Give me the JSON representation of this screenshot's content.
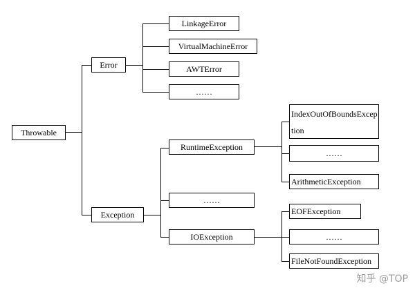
{
  "nodes": {
    "throwable": "Throwable",
    "error": "Error",
    "exception": "Exception",
    "linkage_error": "LinkageError",
    "virtual_machine_error": "VirtualMachineError",
    "awt_error": "AWTError",
    "error_more": "……",
    "runtime_exception": "RuntimeException",
    "exception_more": "……",
    "io_exception": "IOException",
    "index_out_of_bounds": "IndexOutOfBoundsException",
    "runtime_more": "……",
    "arithmetic_exception": "ArithmeticException",
    "eof_exception": "EOFException",
    "io_more": "……",
    "file_not_found": "FileNotFoundException"
  },
  "watermark": "知乎 @TOP"
}
